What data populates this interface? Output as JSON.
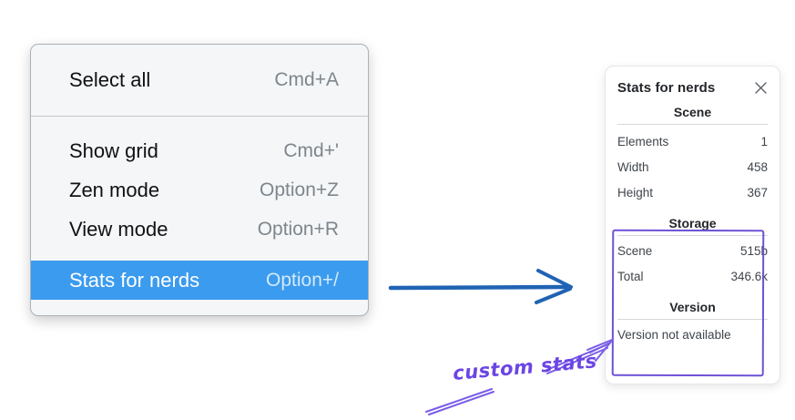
{
  "colors": {
    "menu_highlight": "#3b9bee",
    "menu_background": "#f5f6f7",
    "flow_arrow_blue": "#2063b4",
    "annotation_purple_box": "#6e52d6",
    "annotation_purple_light": "#7a5ce8"
  },
  "menu": {
    "items": [
      {
        "label": "Select all",
        "shortcut": "Cmd+A",
        "highlighted": false
      },
      {
        "label": "Show grid",
        "shortcut": "Cmd+'",
        "highlighted": false
      },
      {
        "label": "Zen mode",
        "shortcut": "Option+Z",
        "highlighted": false
      },
      {
        "label": "View mode",
        "shortcut": "Option+R",
        "highlighted": false
      },
      {
        "label": "Stats for nerds",
        "shortcut": "Option+/",
        "highlighted": true
      }
    ]
  },
  "stats_panel": {
    "title": "Stats for nerds",
    "close_icon": "x",
    "sections": [
      {
        "title": "Scene",
        "rows": [
          [
            "Elements",
            "1"
          ],
          [
            "Width",
            "458"
          ],
          [
            "Height",
            "367"
          ]
        ]
      },
      {
        "title": "Storage",
        "rows": [
          [
            "Scene",
            "515b"
          ],
          [
            "Total",
            "346.6k"
          ]
        ]
      },
      {
        "title": "Version",
        "rows": [],
        "note": "Version not available"
      }
    ]
  },
  "annotations": {
    "custom_stats_label": "custom stats"
  }
}
